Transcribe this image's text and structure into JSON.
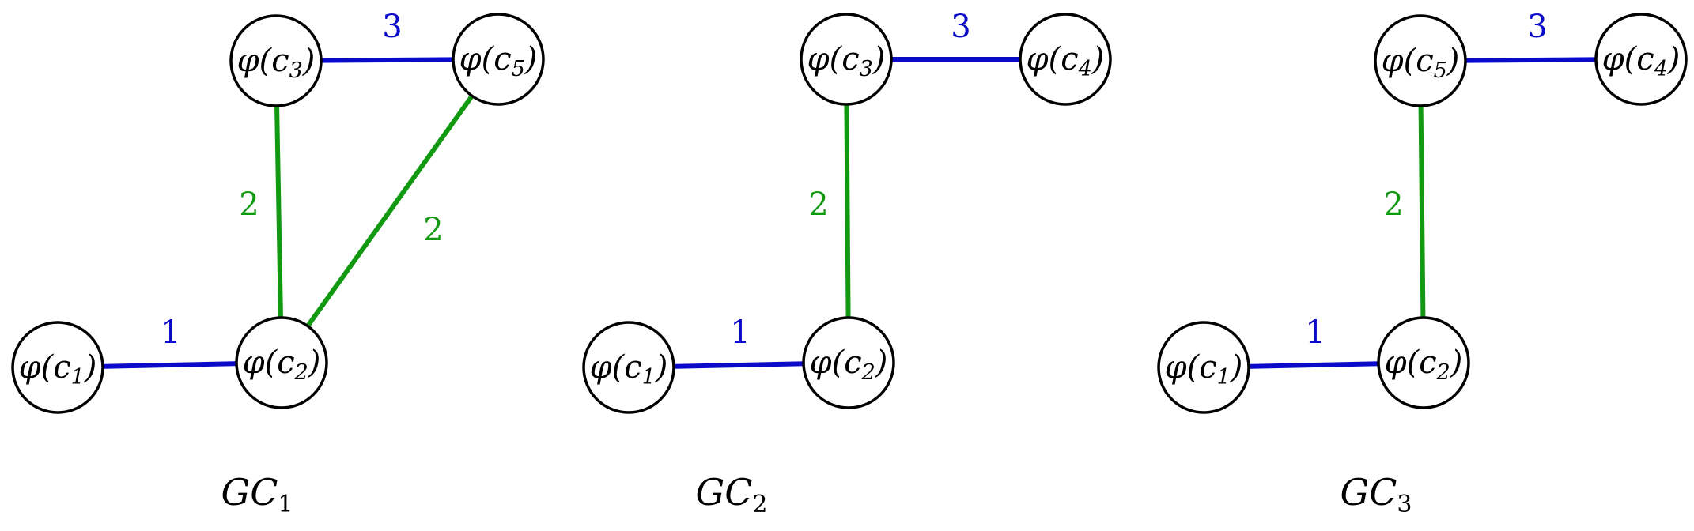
{
  "colors": {
    "blue": "#0a0ac8",
    "green": "#119911",
    "node_stroke": "#000000"
  },
  "graphs": [
    {
      "title_main": "GC",
      "title_sub": "1",
      "nodes": [
        {
          "id": "c1",
          "label_main": "φ(c",
          "label_sub": "1",
          "label_close": ")"
        },
        {
          "id": "c2",
          "label_main": "φ(c",
          "label_sub": "2",
          "label_close": ")"
        },
        {
          "id": "c3",
          "label_main": "φ(c",
          "label_sub": "3",
          "label_close": ")"
        },
        {
          "id": "c5",
          "label_main": "φ(c",
          "label_sub": "5",
          "label_close": ")"
        }
      ],
      "edges": [
        {
          "from": "c1",
          "to": "c2",
          "label": "1",
          "color": "blue"
        },
        {
          "from": "c3",
          "to": "c5",
          "label": "3",
          "color": "blue"
        },
        {
          "from": "c3",
          "to": "c2",
          "label": "2",
          "color": "green"
        },
        {
          "from": "c5",
          "to": "c2",
          "label": "2",
          "color": "green"
        }
      ]
    },
    {
      "title_main": "GC",
      "title_sub": "2",
      "nodes": [
        {
          "id": "c1",
          "label_main": "φ(c",
          "label_sub": "1",
          "label_close": ")"
        },
        {
          "id": "c2",
          "label_main": "φ(c",
          "label_sub": "2",
          "label_close": ")"
        },
        {
          "id": "c3",
          "label_main": "φ(c",
          "label_sub": "3",
          "label_close": ")"
        },
        {
          "id": "c4",
          "label_main": "φ(c",
          "label_sub": "4",
          "label_close": ")"
        }
      ],
      "edges": [
        {
          "from": "c1",
          "to": "c2",
          "label": "1",
          "color": "blue"
        },
        {
          "from": "c3",
          "to": "c4",
          "label": "3",
          "color": "blue"
        },
        {
          "from": "c3",
          "to": "c2",
          "label": "2",
          "color": "green"
        }
      ]
    },
    {
      "title_main": "GC",
      "title_sub": "3",
      "nodes": [
        {
          "id": "c1",
          "label_main": "φ(c",
          "label_sub": "1",
          "label_close": ")"
        },
        {
          "id": "c2",
          "label_main": "φ(c",
          "label_sub": "2",
          "label_close": ")"
        },
        {
          "id": "c5",
          "label_main": "φ(c",
          "label_sub": "5",
          "label_close": ")"
        },
        {
          "id": "c4",
          "label_main": "φ(c",
          "label_sub": "4",
          "label_close": ")"
        }
      ],
      "edges": [
        {
          "from": "c1",
          "to": "c2",
          "label": "1",
          "color": "blue"
        },
        {
          "from": "c5",
          "to": "c4",
          "label": "3",
          "color": "blue"
        },
        {
          "from": "c5",
          "to": "c2",
          "label": "2",
          "color": "green"
        }
      ]
    }
  ]
}
